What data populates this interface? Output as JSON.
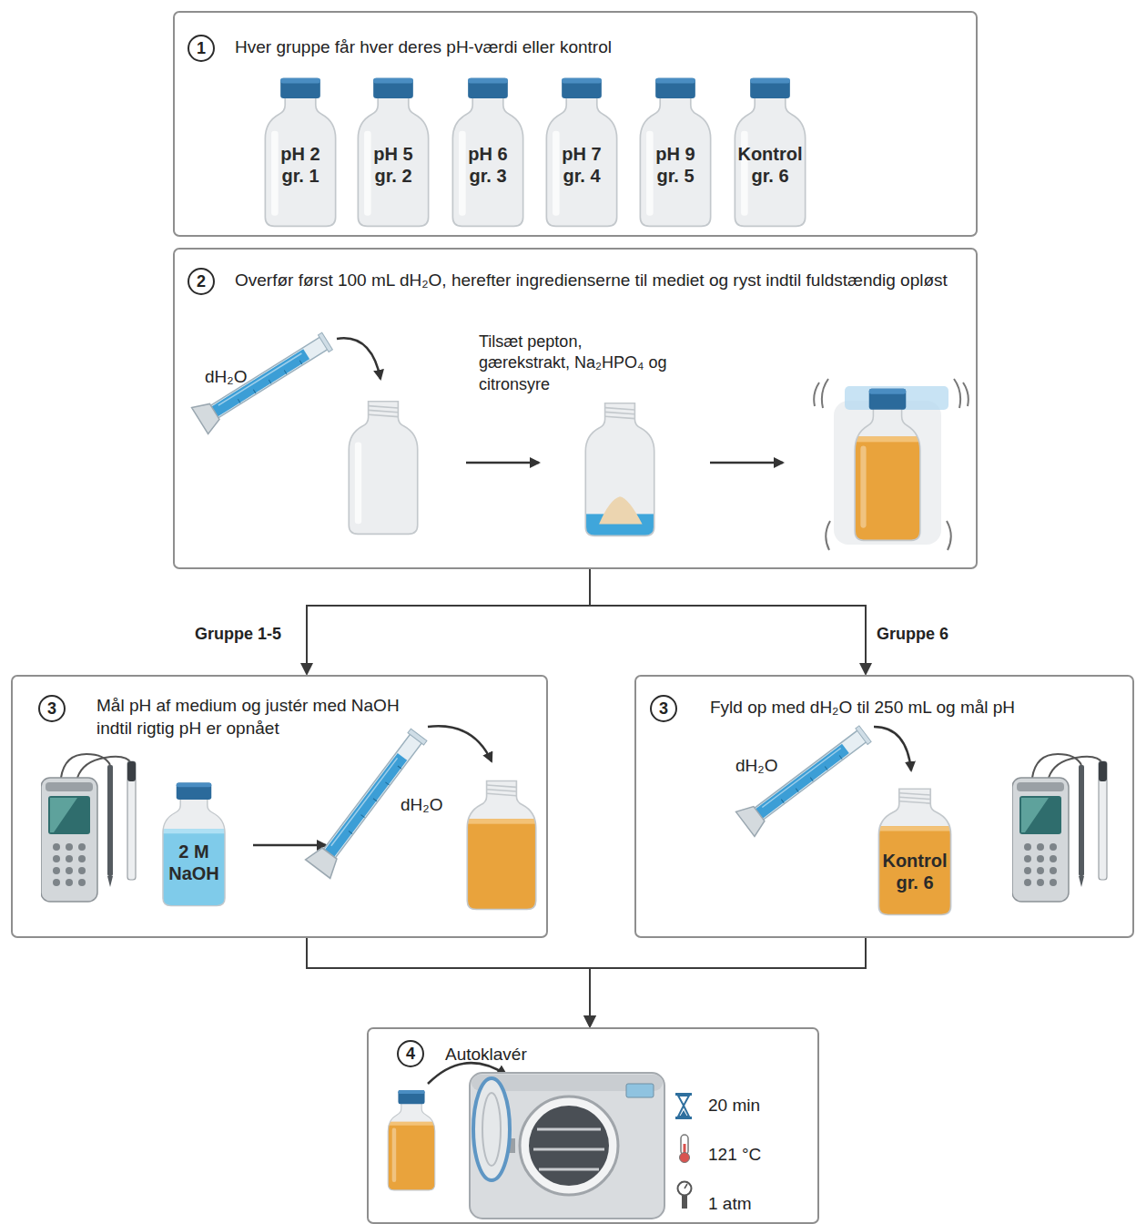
{
  "diagram": {
    "nodes": [
      {
        "text": [
          "Hver gruppe får hver deres pH-værdi eller kontrol"
        ]
      },
      {
        "text": [
          "1"
        ],
        "in": 0
      },
      {
        "text": [
          "pH 2 gr. 1"
        ],
        "in": 0
      },
      {
        "text": [
          "pH 5 gr. 2"
        ],
        "in": 0
      },
      {
        "text": [
          "pH 6 gr. 3"
        ],
        "in": 0
      },
      {
        "text": [
          "pH 7 gr. 4"
        ],
        "in": 0
      },
      {
        "text": [
          "pH 9 gr. 5"
        ],
        "in": 0
      },
      {
        "text": [
          "Kontrol gr. 6"
        ],
        "in": 0
      },
      {
        "text": [
          "Overfør først 100 mL dH₂O, herefter ingredienserne til mediet og ryst indtil fuldstændig opløst"
        ]
      },
      {
        "text": [
          "2"
        ],
        "in": 8
      },
      {
        "text": [
          "Mål pH af medium og justér med NaOH indtil rigtig pH er opnået"
        ]
      },
      {
        "text": [
          "3"
        ],
        "in": 10
      },
      {
        "text": [
          "2 M NaOH"
        ],
        "in": 10
      },
      {
        "text": [
          "Fyld op med dH₂O til 250 mL og mål pH"
        ]
      },
      {
        "text": [
          "3"
        ],
        "in": 13
      },
      {
        "text": [
          "Kontrol gr. 6"
        ],
        "in": 13
      },
      {
        "text": [
          "Autoklavér"
        ]
      },
      {
        "text": [
          "4"
        ],
        "in": 16
      }
    ],
    "edges": [
      {
        "from": 8,
        "to": 10,
        "arrow": "to",
        "label": "Gruppe 1-5"
      },
      {
        "from": 8,
        "to": 13,
        "arrow": "to",
        "label": "Gruppe 6"
      },
      {
        "from": 10,
        "to": 16,
        "arrow": "to"
      },
      {
        "from": 13,
        "to": 16,
        "arrow": "to"
      }
    ],
    "labels": [
      "dH₂O",
      "Tilsæt pepton, gærekstrakt, Na₂HPO₄ og citronsyre",
      "dH₂O",
      "dH₂O",
      "20 min",
      "121 °C",
      "1 atm"
    ]
  }
}
